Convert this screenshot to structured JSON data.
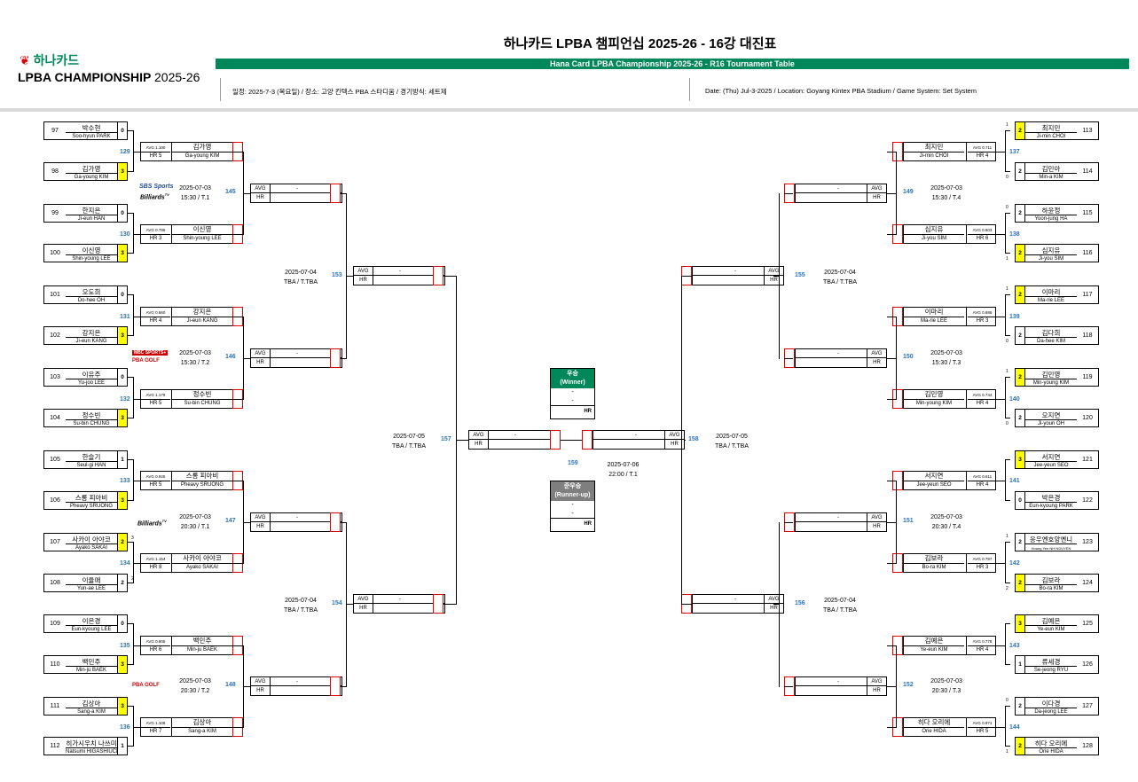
{
  "header": {
    "title": "하나카드 LPBA 챔피언십 2025-26 - 16강 대진표",
    "subtitle": "Hana Card LPBA Championship 2025-26 - R16 Tournament Table",
    "info_kr": "일정: 2025-7-3 (목요일) / 장소: 고양 킨텍스 PBA 스타디움 / 경기방식: 세트제",
    "info_en": "Date: (Thu) Jul-3-2025 / Location: Goyang Kintex PBA Stadium / Game System: Set System",
    "logo_top": "하나카드",
    "logo_bottom": "LPBA CHAMPIONSHIP",
    "logo_year": "2025-26"
  },
  "labels": {
    "avg": "AVG",
    "hr": "HR",
    "dash": "-"
  },
  "broadcast": {
    "sbs1": "SBS Sports",
    "sbs2": "Billiards",
    "tv": "TV",
    "mbc": "MBC SPORTS+",
    "pbagolf": "PBA GOLF",
    "billiards": "Billiards"
  },
  "left_players": [
    {
      "seed": "97",
      "kr": "박수현",
      "en": "Soo-hyun PARK",
      "score": "0",
      "win": false,
      "extra": ""
    },
    {
      "seed": "98",
      "kr": "김가영",
      "en": "Ga-young KIM",
      "score": "3",
      "win": true,
      "extra": ""
    },
    {
      "seed": "99",
      "kr": "한지은",
      "en": "Ji-eun HAN",
      "score": "0",
      "win": false,
      "extra": ""
    },
    {
      "seed": "100",
      "kr": "이신영",
      "en": "Shin-young LEE",
      "score": "3",
      "win": true,
      "extra": ""
    },
    {
      "seed": "101",
      "kr": "오도희",
      "en": "Do-hee OH",
      "score": "0",
      "win": false,
      "extra": ""
    },
    {
      "seed": "102",
      "kr": "강지은",
      "en": "Ji-eun KANG",
      "score": "3",
      "win": true,
      "extra": ""
    },
    {
      "seed": "103",
      "kr": "이유주",
      "en": "Yu-joo LEE",
      "score": "0",
      "win": false,
      "extra": ""
    },
    {
      "seed": "104",
      "kr": "정수빈",
      "en": "Su-bin CHUNG",
      "score": "3",
      "win": true,
      "extra": ""
    },
    {
      "seed": "105",
      "kr": "한슬기",
      "en": "Seul-gi HAN",
      "score": "1",
      "win": false,
      "extra": ""
    },
    {
      "seed": "106",
      "kr": "스롱 피아비",
      "en": "Pheavy SRUONG",
      "score": "3",
      "win": true,
      "extra": ""
    },
    {
      "seed": "107",
      "kr": "사카이 아야코",
      "en": "Ayako SAKAI",
      "score": "2",
      "win": true,
      "extra": "3"
    },
    {
      "seed": "108",
      "kr": "이율애",
      "en": "Yun-ae LEE",
      "score": "2",
      "win": false,
      "extra": "2"
    },
    {
      "seed": "109",
      "kr": "이은경",
      "en": "Eun-kyoung LEE",
      "score": "0",
      "win": false,
      "extra": ""
    },
    {
      "seed": "110",
      "kr": "백민주",
      "en": "Min-ju BAEK",
      "score": "3",
      "win": true,
      "extra": ""
    },
    {
      "seed": "111",
      "kr": "김상아",
      "en": "Sang-a KIM",
      "score": "3",
      "win": true,
      "extra": ""
    },
    {
      "seed": "112",
      "kr": "히가시우치 나쓰미",
      "en": "Natsumi HIGASHIUCHI",
      "score": "1",
      "win": false,
      "extra": ""
    }
  ],
  "right_players": [
    {
      "seed": "113",
      "kr": "최지민",
      "en": "Ji-min CHOI",
      "score": "2",
      "win": true,
      "extra": "1"
    },
    {
      "seed": "114",
      "kr": "김민아",
      "en": "Min-a KIM",
      "score": "2",
      "win": false,
      "extra": "0"
    },
    {
      "seed": "115",
      "kr": "하윤정",
      "en": "Yoon-jung HA",
      "score": "2",
      "win": false,
      "extra": "0"
    },
    {
      "seed": "116",
      "kr": "심지유",
      "en": "Ji-you SIM",
      "score": "2",
      "win": true,
      "extra": "1"
    },
    {
      "seed": "117",
      "kr": "이마리",
      "en": "Ma-rie LEE",
      "score": "2",
      "win": true,
      "extra": "1"
    },
    {
      "seed": "118",
      "kr": "김다희",
      "en": "Da-hee KIM",
      "score": "2",
      "win": false,
      "extra": "0"
    },
    {
      "seed": "119",
      "kr": "김민영",
      "en": "Min-young KIM",
      "score": "2",
      "win": true,
      "extra": "1"
    },
    {
      "seed": "120",
      "kr": "오지연",
      "en": "Ji-youn OH",
      "score": "2",
      "win": false,
      "extra": "0"
    },
    {
      "seed": "121",
      "kr": "서지연",
      "en": "Jee-yeun SEO",
      "score": "3",
      "win": true,
      "extra": ""
    },
    {
      "seed": "122",
      "kr": "박은경",
      "en": "Eun-kyoung PARK",
      "score": "0",
      "win": false,
      "extra": ""
    },
    {
      "seed": "123",
      "kr": "응우옌호앙옌니",
      "en": "Hoang Yen NH NGUYEN",
      "score": "2",
      "win": false,
      "extra": "1"
    },
    {
      "seed": "124",
      "kr": "김보라",
      "en": "Bo-ra KIM",
      "score": "2",
      "win": true,
      "extra": "2"
    },
    {
      "seed": "125",
      "kr": "김예은",
      "en": "Ye-eun KIM",
      "score": "3",
      "win": true,
      "extra": ""
    },
    {
      "seed": "126",
      "kr": "류세경",
      "en": "Se-jeong RYU",
      "score": "1",
      "win": false,
      "extra": ""
    },
    {
      "seed": "127",
      "kr": "이다경",
      "en": "Da-jeong LEE",
      "score": "2",
      "win": false,
      "extra": "0"
    },
    {
      "seed": "128",
      "kr": "히다 오리에",
      "en": "Orie HIDA",
      "score": "2",
      "win": true,
      "extra": "1"
    }
  ],
  "left_r32": [
    {
      "no": "129",
      "kr": "김가영",
      "en": "Ga-young KIM",
      "avg": "AVG 1.100",
      "hr": "HR 5"
    },
    {
      "no": "130",
      "kr": "이신영",
      "en": "Shin-young LEE",
      "avg": "AVG 0.786",
      "hr": "HR 3"
    },
    {
      "no": "131",
      "kr": "강지은",
      "en": "Ji-eun KANG",
      "avg": "AVG 0.660",
      "hr": "HR 4"
    },
    {
      "no": "132",
      "kr": "정수빈",
      "en": "Su-bin CHUNG",
      "avg": "AVG 1.179",
      "hr": "HR 5"
    },
    {
      "no": "133",
      "kr": "스롱 피아비",
      "en": "Pheavy SRUONG",
      "avg": "AVG 0.925",
      "hr": "HR 5"
    },
    {
      "no": "134",
      "kr": "사카이 아야코",
      "en": "Ayako SAKAI",
      "avg": "AVG 1.154",
      "hr": "HR 8"
    },
    {
      "no": "135",
      "kr": "백민주",
      "en": "Min-ju BAEK",
      "avg": "AVG 0.805",
      "hr": "HR 6"
    },
    {
      "no": "136",
      "kr": "김상아",
      "en": "Sang-a KIM",
      "avg": "AVG 1.108",
      "hr": "HR 7"
    }
  ],
  "right_r32": [
    {
      "no": "137",
      "kr": "최지민",
      "en": "Ji-min CHOI",
      "avg": "AVG 0.711",
      "hr": "HR 4"
    },
    {
      "no": "138",
      "kr": "심지유",
      "en": "Ji-you SIM",
      "avg": "AVG 0.603",
      "hr": "HR 6"
    },
    {
      "no": "139",
      "kr": "이마리",
      "en": "Ma-rie LEE",
      "avg": "AVG 0.686",
      "hr": "HR 3"
    },
    {
      "no": "140",
      "kr": "김민영",
      "en": "Min-young KIM",
      "avg": "AVG 0.744",
      "hr": "HR 4"
    },
    {
      "no": "141",
      "kr": "서지연",
      "en": "Jee-yeun SEO",
      "avg": "AVG 0.611",
      "hr": "HR 4"
    },
    {
      "no": "142",
      "kr": "김보라",
      "en": "Bo-ra KIM",
      "avg": "AVG 0.787",
      "hr": "HR 3"
    },
    {
      "no": "143",
      "kr": "김예은",
      "en": "Ye-eun KIM",
      "avg": "AVG 0.778",
      "hr": "HR 4"
    },
    {
      "no": "144",
      "kr": "히다 오리에",
      "en": "Orie HIDA",
      "avg": "AVG 0.971",
      "hr": "HR 5"
    }
  ],
  "left_r16": [
    {
      "no": "145",
      "date": "2025-07-03",
      "time": "15:30 / T.1"
    },
    {
      "no": "146",
      "date": "2025-07-03",
      "time": "15:30 / T.2"
    },
    {
      "no": "147",
      "date": "2025-07-03",
      "time": "20:30 / T.1"
    },
    {
      "no": "148",
      "date": "2025-07-03",
      "time": "20:30 / T.2"
    }
  ],
  "right_r16": [
    {
      "no": "149",
      "date": "2025-07-03",
      "time": "15:30 / T.4"
    },
    {
      "no": "150",
      "date": "2025-07-03",
      "time": "15:30 / T.3"
    },
    {
      "no": "151",
      "date": "2025-07-03",
      "time": "20:30 / T.4"
    },
    {
      "no": "152",
      "date": "2025-07-03",
      "time": "20:30 / T.3"
    }
  ],
  "qf": [
    {
      "no": "153",
      "date": "2025-07-04",
      "time": "TBA / T.TBA"
    },
    {
      "no": "154",
      "date": "2025-07-04",
      "time": "TBA / T.TBA"
    },
    {
      "no": "155",
      "date": "2025-07-04",
      "time": "TBA / T.TBA"
    },
    {
      "no": "156",
      "date": "2025-07-04",
      "time": "TBA / T.TBA"
    }
  ],
  "sf": [
    {
      "no": "157",
      "date": "2025-07-05",
      "time": "TBA / T.TBA"
    },
    {
      "no": "158",
      "date": "2025-07-05",
      "time": "TBA / T.TBA"
    }
  ],
  "final": {
    "no": "159",
    "date": "2025-07-06",
    "time": "22:00 / T.1",
    "winner_kr": "우승",
    "winner_en": "(Winner)",
    "runner_kr": "준우승",
    "runner_en": "(Runner-up)"
  },
  "colors": {
    "green": "#00875a",
    "yellow": "#ffff00",
    "red": "#e00000",
    "blue": "#2e75b6",
    "gray": "#7f7f7f"
  }
}
